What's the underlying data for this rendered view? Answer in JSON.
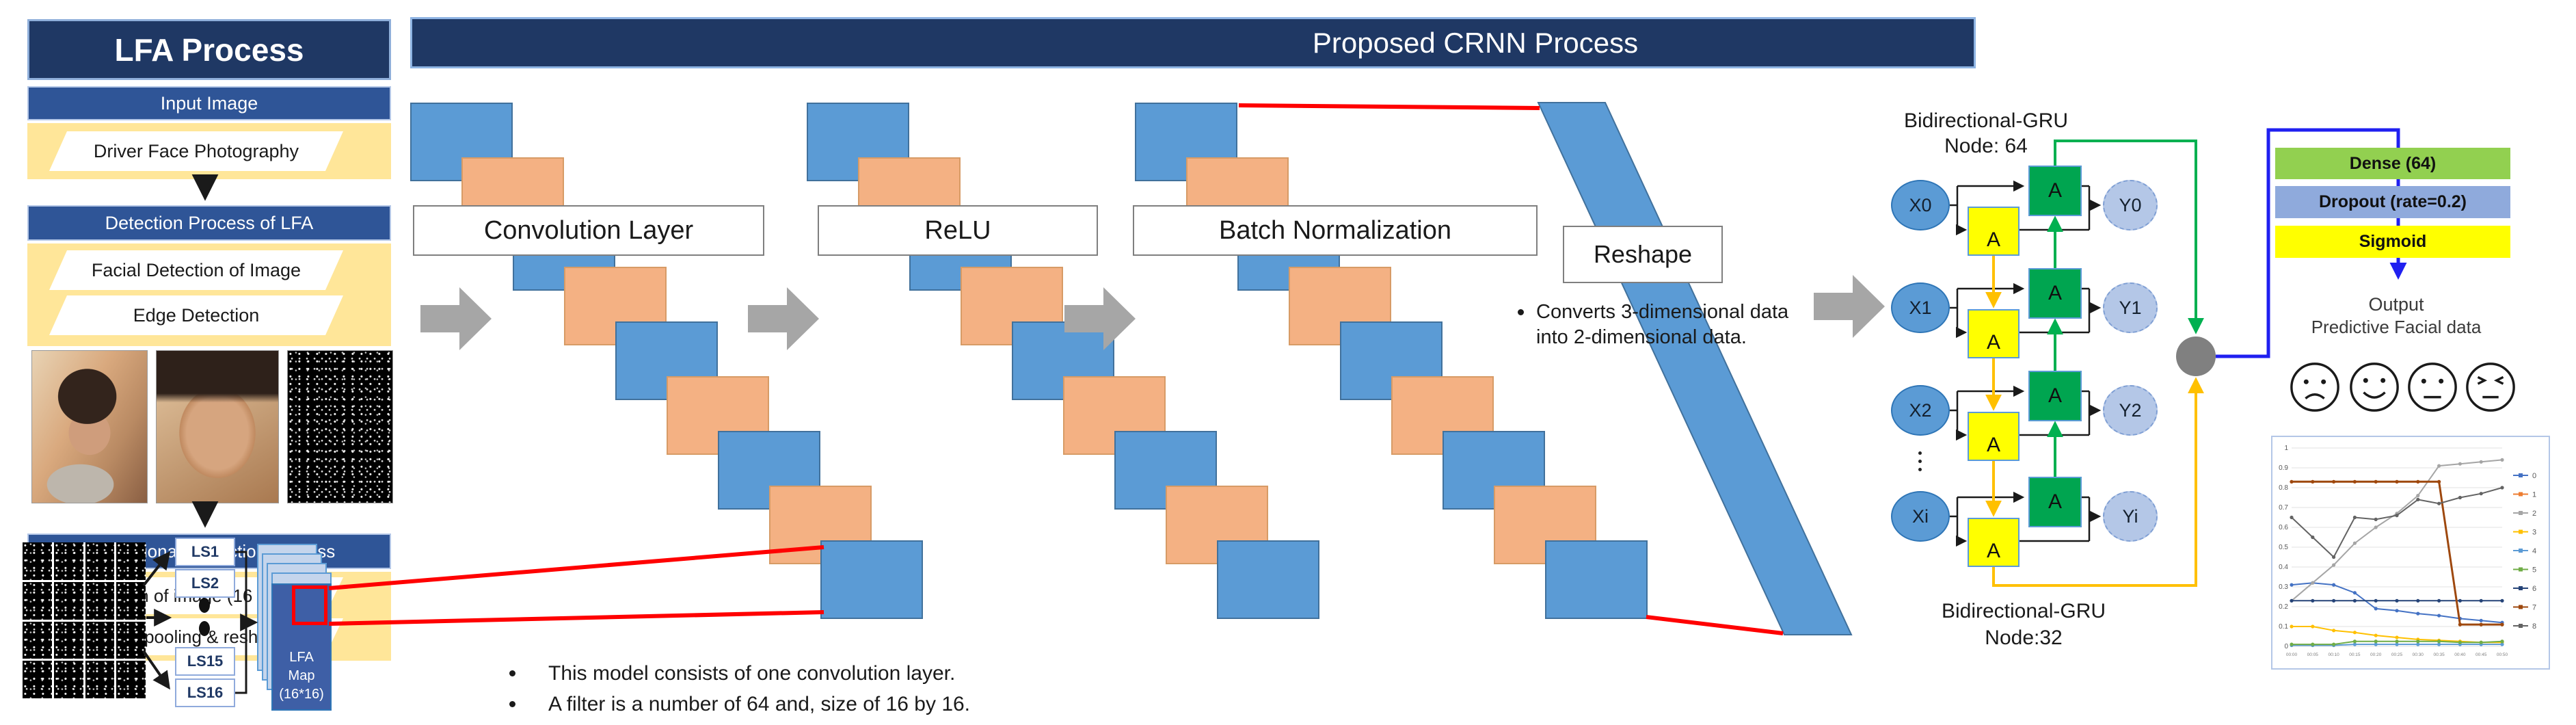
{
  "left_panel": {
    "title": "LFA Process",
    "input_header": "Input Image",
    "input_step": "Driver Face Photography",
    "detection_header": "Detection Process of LFA",
    "detection_steps": [
      "Facial Detection of Image",
      "Edge Detection"
    ],
    "reduction_header": "Dimensional Reduction Process",
    "reduction_steps": [
      "Division of image (16 piece)",
      "Max-pooling & reshape"
    ],
    "ls_boxes": [
      "LS1",
      "LS2",
      "LS15",
      "LS16"
    ],
    "lfa_map_label": [
      "LFA",
      "Map",
      "(16*16)"
    ]
  },
  "crnn": {
    "title": "Proposed CRNN Process",
    "stages": [
      "Convolution Layer",
      "ReLU",
      "Batch Normalization",
      "Reshape"
    ],
    "reshape_note": [
      "Converts 3-dimensional data",
      "into 2-dimensional data."
    ],
    "bullets": [
      "This model consists of one convolution layer.",
      "A filter is a number of 64 and, size of 16 by 16."
    ]
  },
  "gru": {
    "top_label": [
      "Bidirectional-GRU",
      "Node: 64"
    ],
    "bottom_label": [
      "Bidirectional-GRU",
      "Node:32"
    ],
    "cell_letter": "A",
    "rows": [
      {
        "x": "X0",
        "y": "Y0"
      },
      {
        "x": "X1",
        "y": "Y1"
      },
      {
        "x": "X2",
        "y": "Y2"
      },
      {
        "x": "Xi",
        "y": "Yi"
      }
    ]
  },
  "output_stack": {
    "dense": "Dense (64)",
    "dropout": "Dropout (rate=0.2)",
    "sigmoid": "Sigmoid",
    "output_label": "Output",
    "output_sublabel": "Predictive Facial data",
    "faces": [
      "sad",
      "happy",
      "neutral",
      "angry"
    ]
  },
  "colors": {
    "navy": "#1F3864",
    "blue_bar": "#2F5597",
    "yellow_band": "#FFE699",
    "tile_blue": "#5B9BD5",
    "tile_orange": "#F4B183",
    "gray_arrow": "#A6A6A6",
    "gru_yellow": "#FFFF00",
    "gru_green": "#00A550",
    "dense_green": "#92D050",
    "dropout_blue": "#8FAADC",
    "sigmoid_yellow": "#FFFF00",
    "accent_red": "#FF0000",
    "connector_green": "#00B050",
    "connector_orange": "#FFC000",
    "connector_blue": "#2020F0"
  },
  "chart_data": {
    "type": "line",
    "categories": [
      "00:00",
      "00:05",
      "00:10",
      "00:15",
      "00:20",
      "00:25",
      "00:30",
      "00:35",
      "00:40",
      "00:45",
      "00:50"
    ],
    "ylim": [
      0,
      1
    ],
    "ytick_step": 0.1,
    "grid": true,
    "legend_position": "right",
    "series": [
      {
        "name": "0",
        "color": "#4472C4",
        "values": [
          0.31,
          0.32,
          0.31,
          0.27,
          0.19,
          0.18,
          0.165,
          0.155,
          0.14,
          0.13,
          0.12
        ]
      },
      {
        "name": "1",
        "color": "#ED7D31",
        "values": [
          0.83,
          0.83,
          0.83,
          0.83,
          0.83,
          0.83,
          0.83,
          0.83,
          0.11,
          0.11,
          0.11
        ]
      },
      {
        "name": "2",
        "color": "#A5A5A5",
        "values": [
          0.23,
          0.32,
          0.41,
          0.52,
          0.6,
          0.67,
          0.76,
          0.91,
          0.92,
          0.93,
          0.94
        ]
      },
      {
        "name": "3",
        "color": "#FFC000",
        "values": [
          0.1,
          0.1,
          0.08,
          0.07,
          0.055,
          0.045,
          0.035,
          0.03,
          0.025,
          0.02,
          0.02
        ]
      },
      {
        "name": "4",
        "color": "#5B9BD5",
        "values": [
          0.005,
          0.005,
          0.005,
          0.01,
          0.01,
          0.01,
          0.01,
          0.01,
          0.01,
          0.01,
          0.01
        ]
      },
      {
        "name": "5",
        "color": "#70AD47",
        "values": [
          0.01,
          0.01,
          0.01,
          0.025,
          0.025,
          0.025,
          0.025,
          0.025,
          0.02,
          0.02,
          0.025
        ]
      },
      {
        "name": "6",
        "color": "#264478",
        "values": [
          0.23,
          0.23,
          0.23,
          0.23,
          0.23,
          0.23,
          0.23,
          0.23,
          0.23,
          0.23,
          0.23
        ]
      },
      {
        "name": "7",
        "color": "#9E480E",
        "values": [
          0.83,
          0.83,
          0.83,
          0.83,
          0.83,
          0.83,
          0.83,
          0.83,
          0.11,
          0.11,
          0.11
        ]
      },
      {
        "name": "8",
        "color": "#636363",
        "values": [
          0.65,
          0.55,
          0.45,
          0.65,
          0.64,
          0.66,
          0.74,
          0.72,
          0.75,
          0.77,
          0.8
        ]
      }
    ]
  }
}
